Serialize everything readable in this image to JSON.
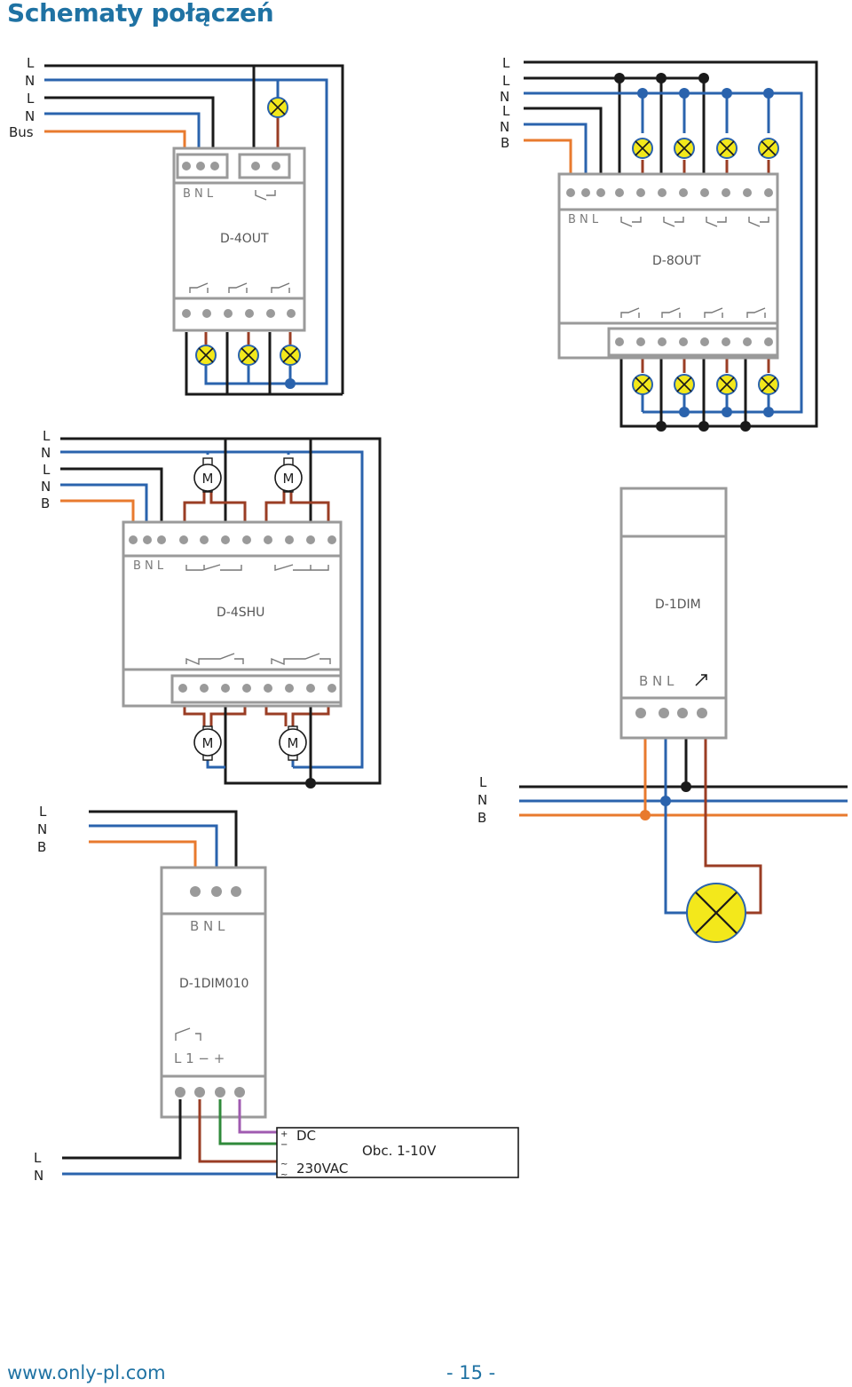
{
  "title": "Schematy połączeń",
  "footer": {
    "url": "www.only-pl.com",
    "page": "- 15 -"
  },
  "diagram1": {
    "labels": [
      "L",
      "N",
      "L",
      "N",
      "Bus"
    ],
    "device": "D-4OUT",
    "terminals": "B N L"
  },
  "diagram2": {
    "labels": [
      "L",
      "L",
      "N",
      "L",
      "N",
      "B"
    ],
    "device": "D-8OUT",
    "terminals": "B N L"
  },
  "diagram3": {
    "labels": [
      "L",
      "N",
      "L",
      "N",
      "B"
    ],
    "device": "D-4SHU",
    "terminals": "B N L",
    "motor_label": "M"
  },
  "diagram4": {
    "labels": [
      "L",
      "N",
      "B"
    ],
    "device": "D-1DIM",
    "terminals": "B N L"
  },
  "diagram5": {
    "labels": [
      "L",
      "N",
      "B"
    ],
    "device": "D-1DIM010",
    "terminals_top": "B N L",
    "terminals_bottom": "L 1 − +",
    "supply_labels": [
      "L",
      "N"
    ],
    "load": {
      "dc": "DC",
      "ac": "230VAC",
      "name": "Obc. 1-10V",
      "plus": "+",
      "minus": "−",
      "tilde": "~"
    }
  },
  "colors": {
    "L": "#1a1a1a",
    "N": "#2a63ad",
    "B": "#e87a2e",
    "load": "#9a3d24",
    "lamp": "#f3e81b",
    "title": "#1f72a3"
  }
}
